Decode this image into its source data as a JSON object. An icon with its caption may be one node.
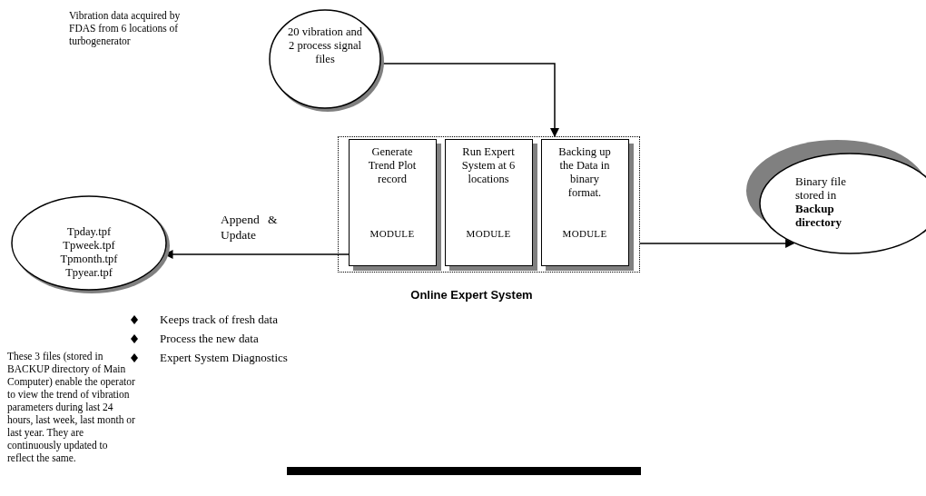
{
  "diagram": {
    "nodes": [
      {
        "text": [
          "20 vibration and 2 process signal files"
        ]
      },
      {
        "text": [
          "Online Expert System"
        ]
      },
      {
        "text": [
          "Generate Trend Plot record",
          "MODULE"
        ],
        "in": 1
      },
      {
        "text": [
          "Run Expert System at 6 locations",
          "MODULE"
        ],
        "in": 1
      },
      {
        "text": [
          "Backing up the Data in binary format.",
          "MODULE"
        ],
        "in": 1
      },
      {
        "text": [
          "Tpday.tpf Tpweek.tpf Tpmonth.tpf Tpyear.tpf"
        ]
      },
      {
        "text": [
          "Binary file stored in **Backup directory**"
        ]
      }
    ],
    "edges": [
      {
        "from": 0,
        "to": 1,
        "arrow": "to"
      },
      {
        "from": 2,
        "to": 5,
        "arrow": "to",
        "label": "Append & Update"
      },
      {
        "from": 1,
        "to": 6,
        "arrow": "to"
      }
    ],
    "labels": [
      "Vibration data acquired by FDAS from 6 locations of turbogenerator",
      "Keeps track of fresh data",
      "Process the new data",
      "Expert System Diagnostics",
      "These 3 files (stored in BACKUP directory of Main Computer) enable the operator to view the trend of vibration parameters during last 24 hours, last week, last month or last year. They are continuously updated to reflect the same."
    ]
  }
}
